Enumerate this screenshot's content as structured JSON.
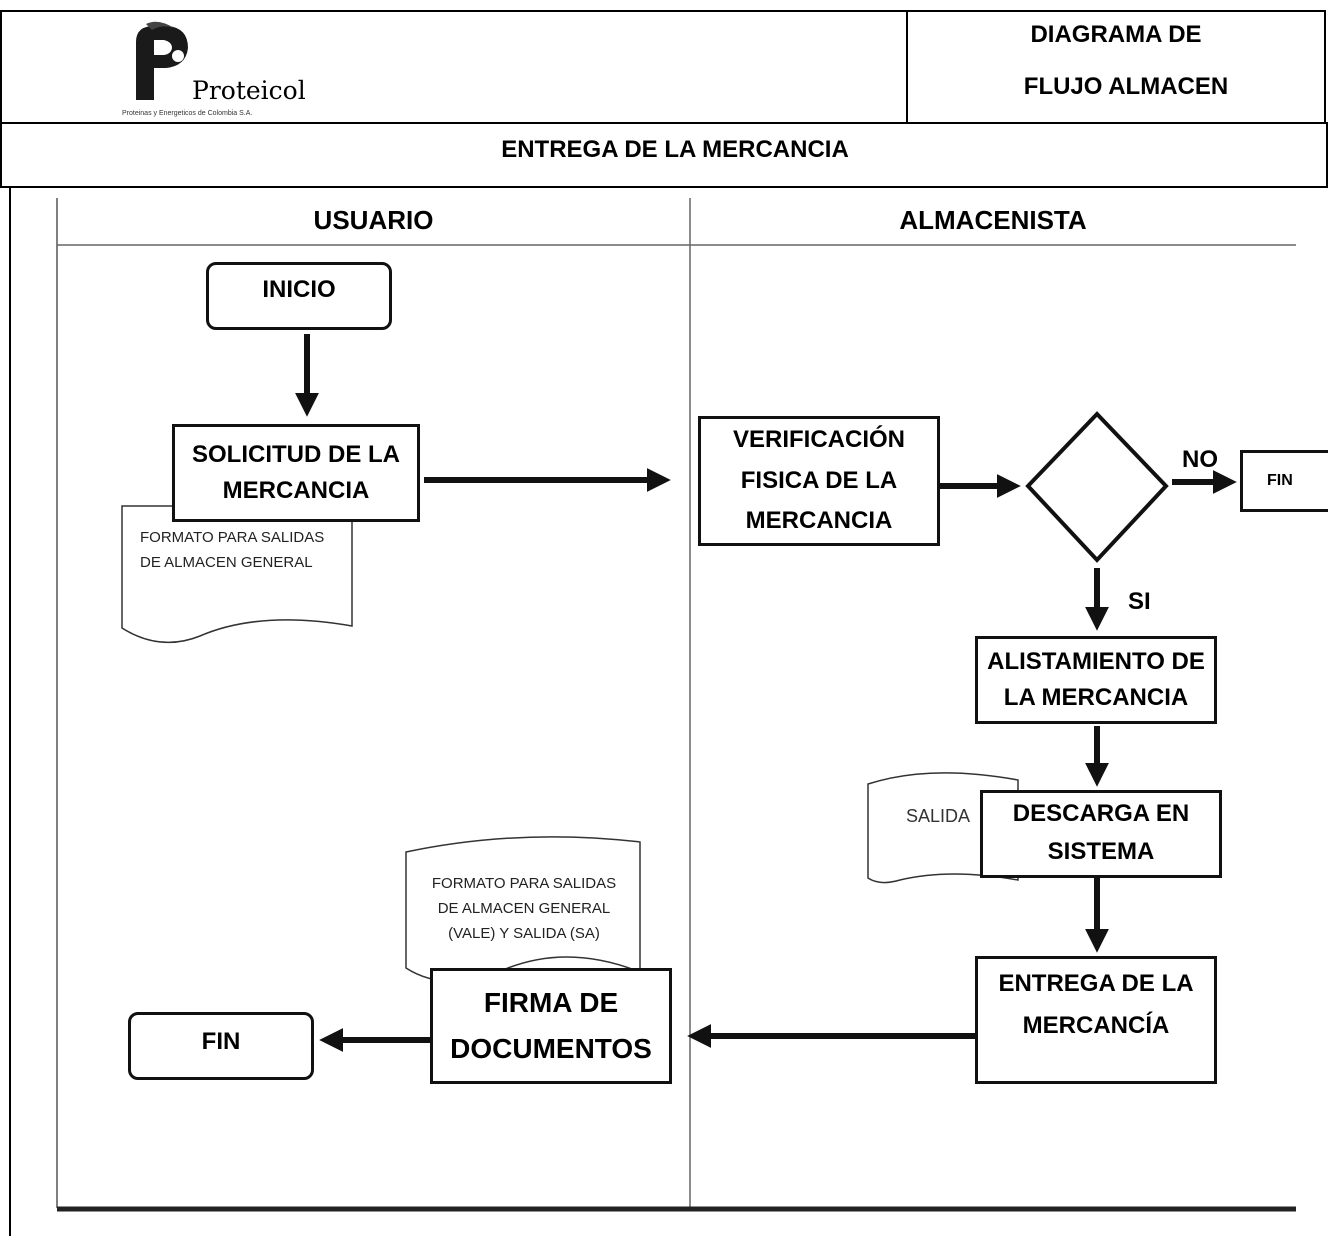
{
  "header": {
    "logo_text": "Proteicol",
    "logo_subtext": "Proteinas y Energeticos de Colombia S.A.",
    "doc_type_line1": "DIAGRAMA DE",
    "doc_type_line2": "FLUJO ALMACEN",
    "section_title": "ENTREGA DE LA MERCANCIA"
  },
  "lanes": {
    "left": "USUARIO",
    "right": "ALMACENISTA"
  },
  "nodes": {
    "inicio": "INICIO",
    "solicitud_line1": "SOLICITUD DE LA",
    "solicitud_line2": "MERCANCIA",
    "formato1_line1": "FORMATO PARA SALIDAS",
    "formato1_line2": "DE ALMACEN GENERAL",
    "verificacion_line1": "VERIFICACIÓN",
    "verificacion_line2": "FISICA DE LA",
    "verificacion_line3": "MERCANCIA",
    "decision_no": "NO",
    "decision_si": "SI",
    "fin_right": "FIN",
    "alistamiento_line1": "ALISTAMIENTO DE",
    "alistamiento_line2": "LA MERCANCIA",
    "salida_doc": "SALIDA",
    "descarga_line1": "DESCARGA EN",
    "descarga_line2": "SISTEMA",
    "entrega_line1": "ENTREGA DE LA",
    "entrega_line2": "MERCANCÍA",
    "formato2_line1": "FORMATO PARA SALIDAS",
    "formato2_line2": "DE ALMACEN GENERAL",
    "formato2_line3": "(VALE) Y  SALIDA (SA)",
    "firma_line1": "FIRMA DE",
    "firma_line2": "DOCUMENTOS",
    "fin_left": "FIN"
  }
}
